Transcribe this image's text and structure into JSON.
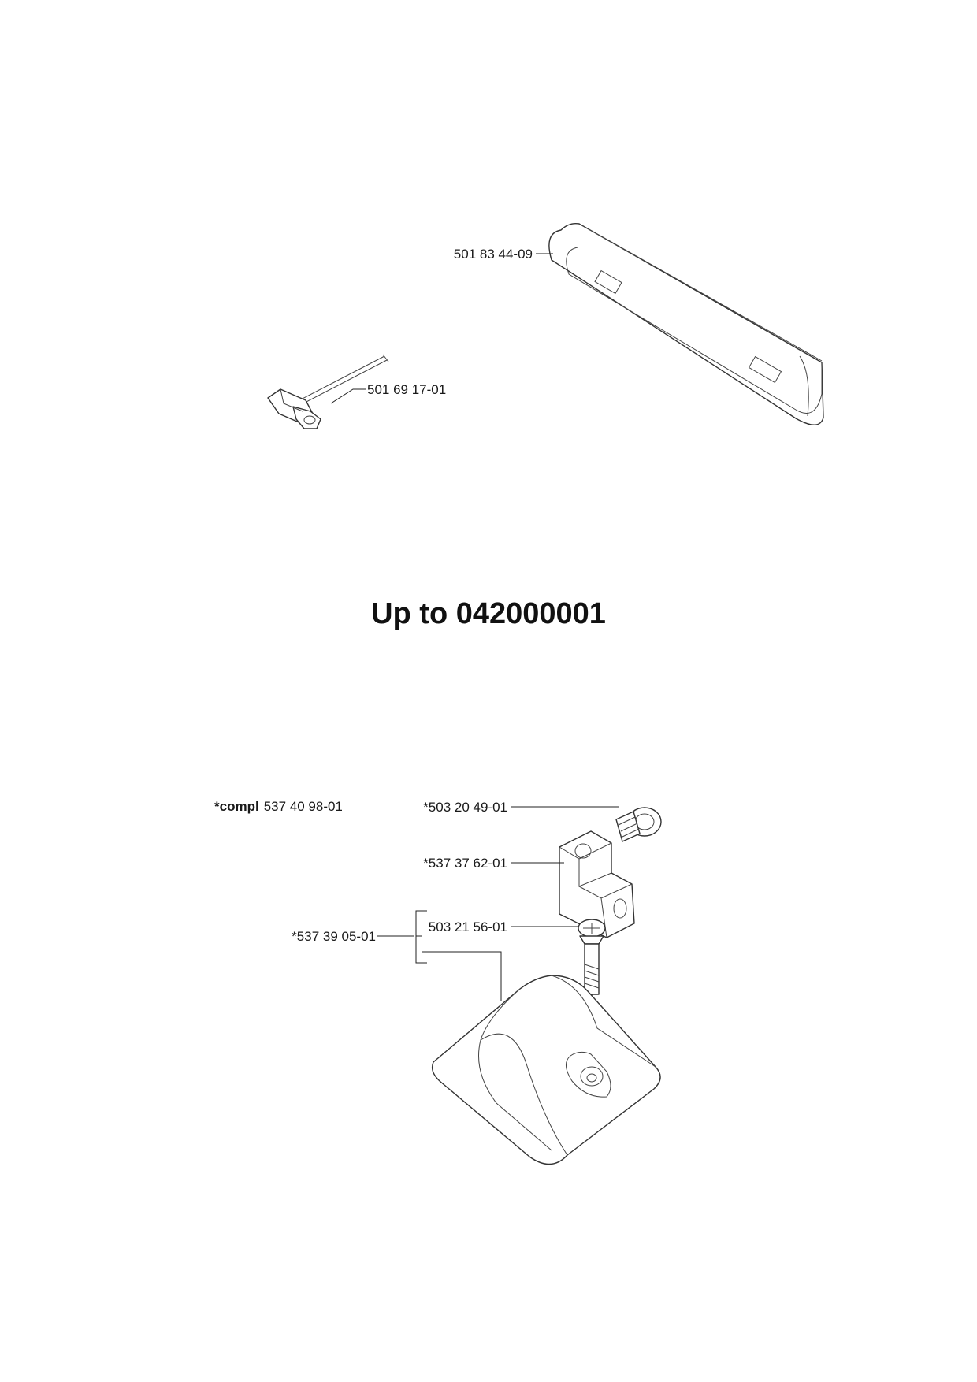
{
  "heading": "Up to 042000001",
  "labels": {
    "bar_guard": "501 83 44-09",
    "wrench": "501 69 17-01",
    "compl_prefix": "*compl",
    "compl_number": "537 40 98-01",
    "screw_top": "*503 20 49-01",
    "clamp_block": "*537 37 62-01",
    "screw_bolt": "503 21 56-01",
    "bumper_assembly": "*537 39 05-01"
  }
}
